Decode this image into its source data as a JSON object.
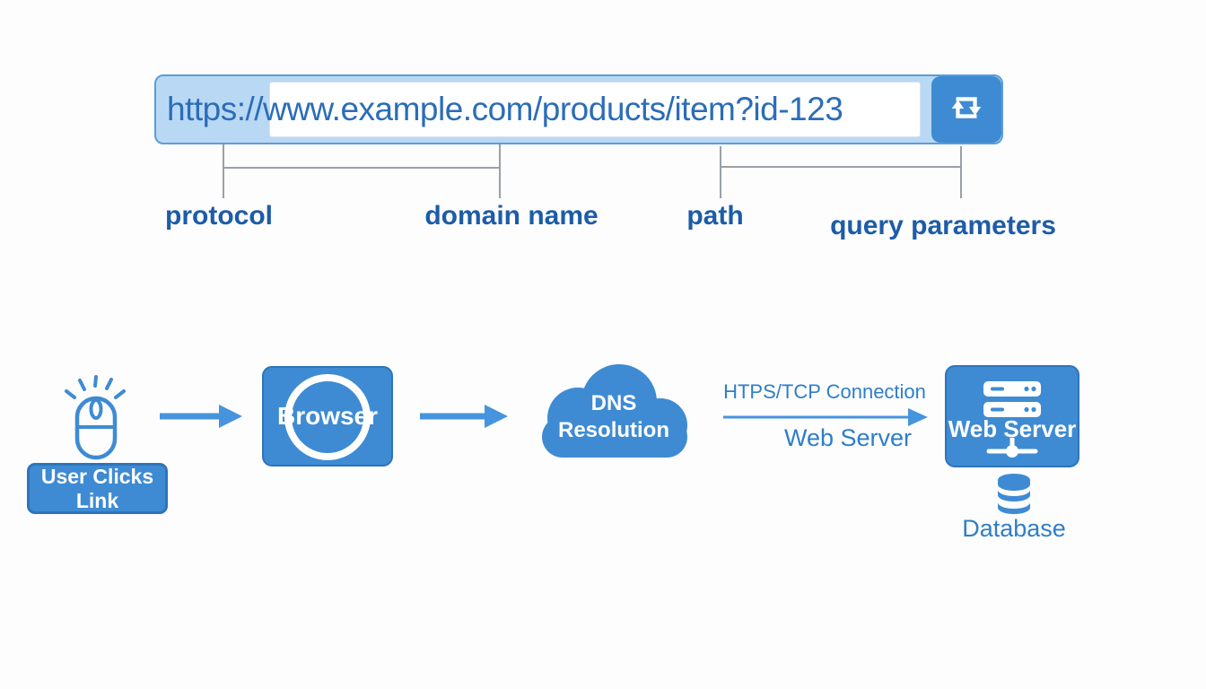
{
  "url_bar": {
    "url": "https://www.example.com/products/item?id-123"
  },
  "url_labels": {
    "protocol": "protocol",
    "domain_name": "domain name",
    "path": "path",
    "query_parameters": "query parameters"
  },
  "flow": {
    "user_clicks_link": "User Clicks Link",
    "browser": "Browser",
    "dns_resolution": "DNS Resolution",
    "connection_label": "HTPS/TCP Connection",
    "connection_sublabel": "Web Server",
    "web_server": "Web Server",
    "database": "Database"
  },
  "icons": {
    "reload": "repeat-icon",
    "mouse": "mouse-click-icon",
    "server": "server-rack-icon",
    "network": "network-node-icon",
    "database": "database-cylinder-icon",
    "cloud": "cloud-shape"
  },
  "colors": {
    "primary_blue": "#3e8bd3",
    "arrow_blue": "#4694dd",
    "bar_light_blue": "#b9d8f4",
    "bar_border_blue": "#5b9cd9",
    "url_text_blue": "#2b6db8",
    "label_dark_blue": "#1d5ca8",
    "flow_text_blue": "#2e7ec7",
    "connector_gray": "#9aa0a6",
    "white": "#ffffff"
  }
}
